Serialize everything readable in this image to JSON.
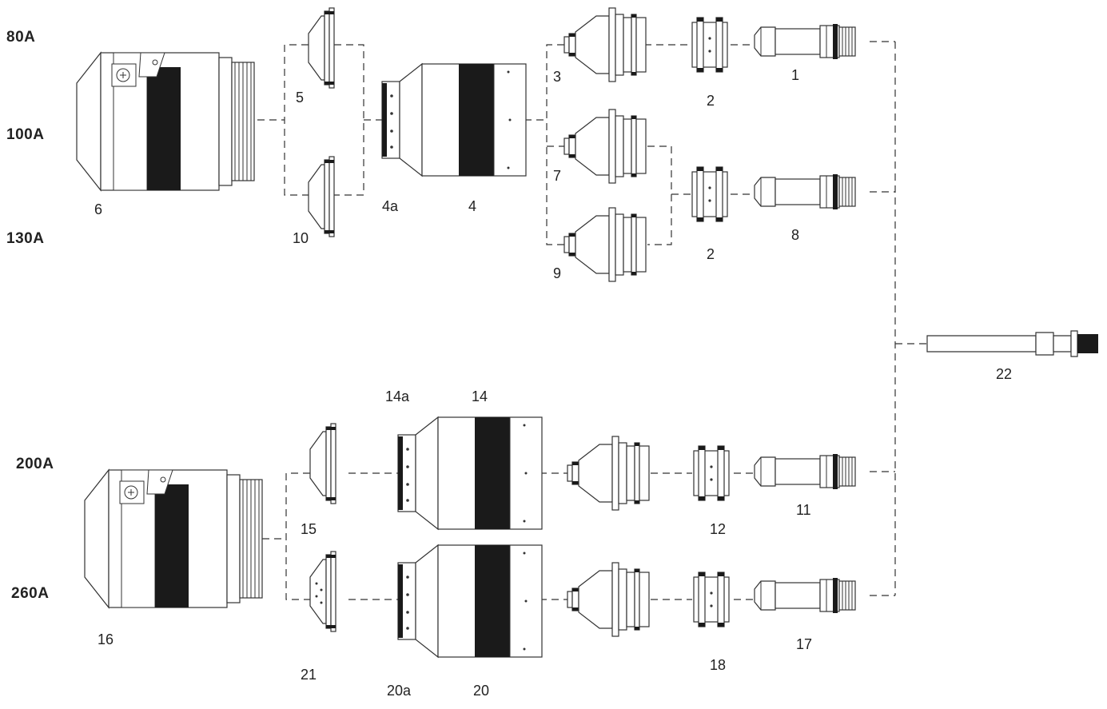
{
  "amperage_labels": [
    "80A",
    "100A",
    "130A",
    "200A",
    "260A"
  ],
  "part_numbers": {
    "p1": "1",
    "p2a": "2",
    "p2b": "2",
    "p3": "3",
    "p4": "4",
    "p4a": "4a",
    "p5": "5",
    "p6": "6",
    "p7": "7",
    "p8": "8",
    "p9": "9",
    "p10": "10",
    "p11": "11",
    "p12": "12",
    "p14": "14",
    "p14a": "14a",
    "p15": "15",
    "p16": "16",
    "p17": "17",
    "p18": "18",
    "p20": "20",
    "p20a": "20a",
    "p21": "21",
    "p22": "22"
  },
  "colors": {
    "line": "#333333",
    "fill": "#ffffff",
    "dark_band": "#1a1a1a"
  }
}
